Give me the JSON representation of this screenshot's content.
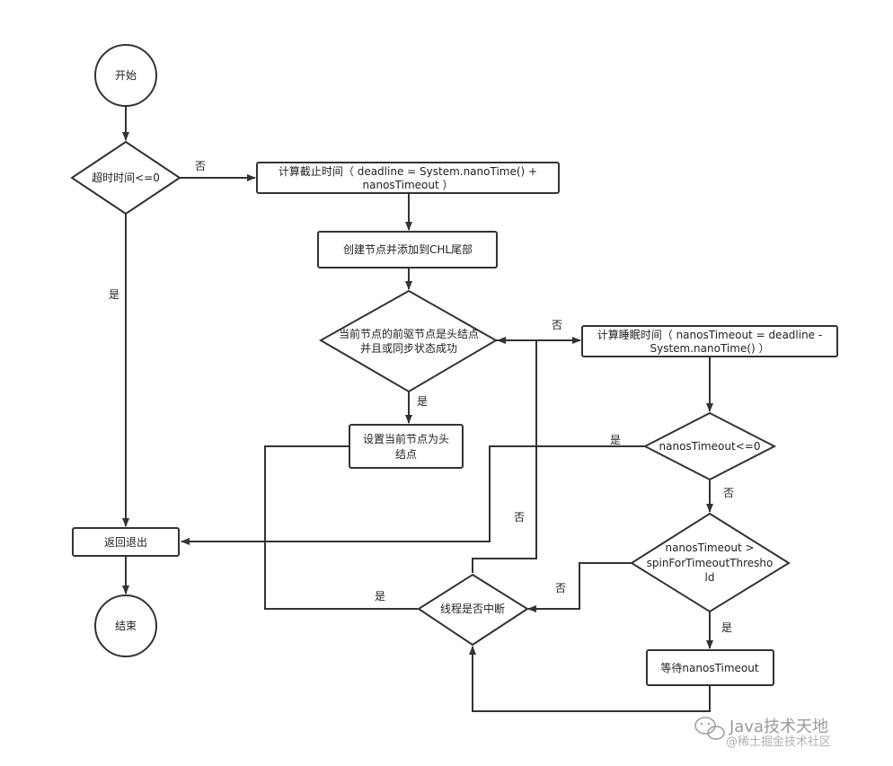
{
  "nodes": {
    "start": "开始",
    "end": "结束",
    "timeout_check": "超时时间<=0",
    "calc_deadline": [
      "计算截止时间（ deadline = System.nanoTime() +",
      "nanosTimeout ）"
    ],
    "create_node": "创建节点并添加到CHL尾部",
    "pred_check": [
      "当前节点的前驱节点是头结点",
      "并且或同步状态成功"
    ],
    "set_head": [
      "设置当前节点为头",
      "结点"
    ],
    "return_exit": "返回退出",
    "calc_sleep": [
      "计算睡眠时间（ nanosTimeout = deadline -",
      "System.nanoTime() ）"
    ],
    "nanos_check": "nanosTimeout<=0",
    "spin_check": [
      "nanosTimeout >",
      "spinForTimeoutThresho",
      "ld"
    ],
    "wait": "等待nanosTimeout",
    "interrupt_check": "线程是否中断"
  },
  "edge_labels": {
    "timeout_no": "否",
    "timeout_yes": "是",
    "pred_no": "否",
    "pred_yes": "是",
    "nanos_yes": "是",
    "nanos_no": "否",
    "spin_no": "否",
    "spin_yes": "是",
    "interrupt_yes": "是",
    "interrupt_no": "否"
  },
  "watermark": {
    "line1": "Java技术天地",
    "line2": "@稀土掘金技术社区"
  },
  "colors": {
    "stroke": "#333333",
    "fill": "#ffffff",
    "text": "#222222"
  }
}
